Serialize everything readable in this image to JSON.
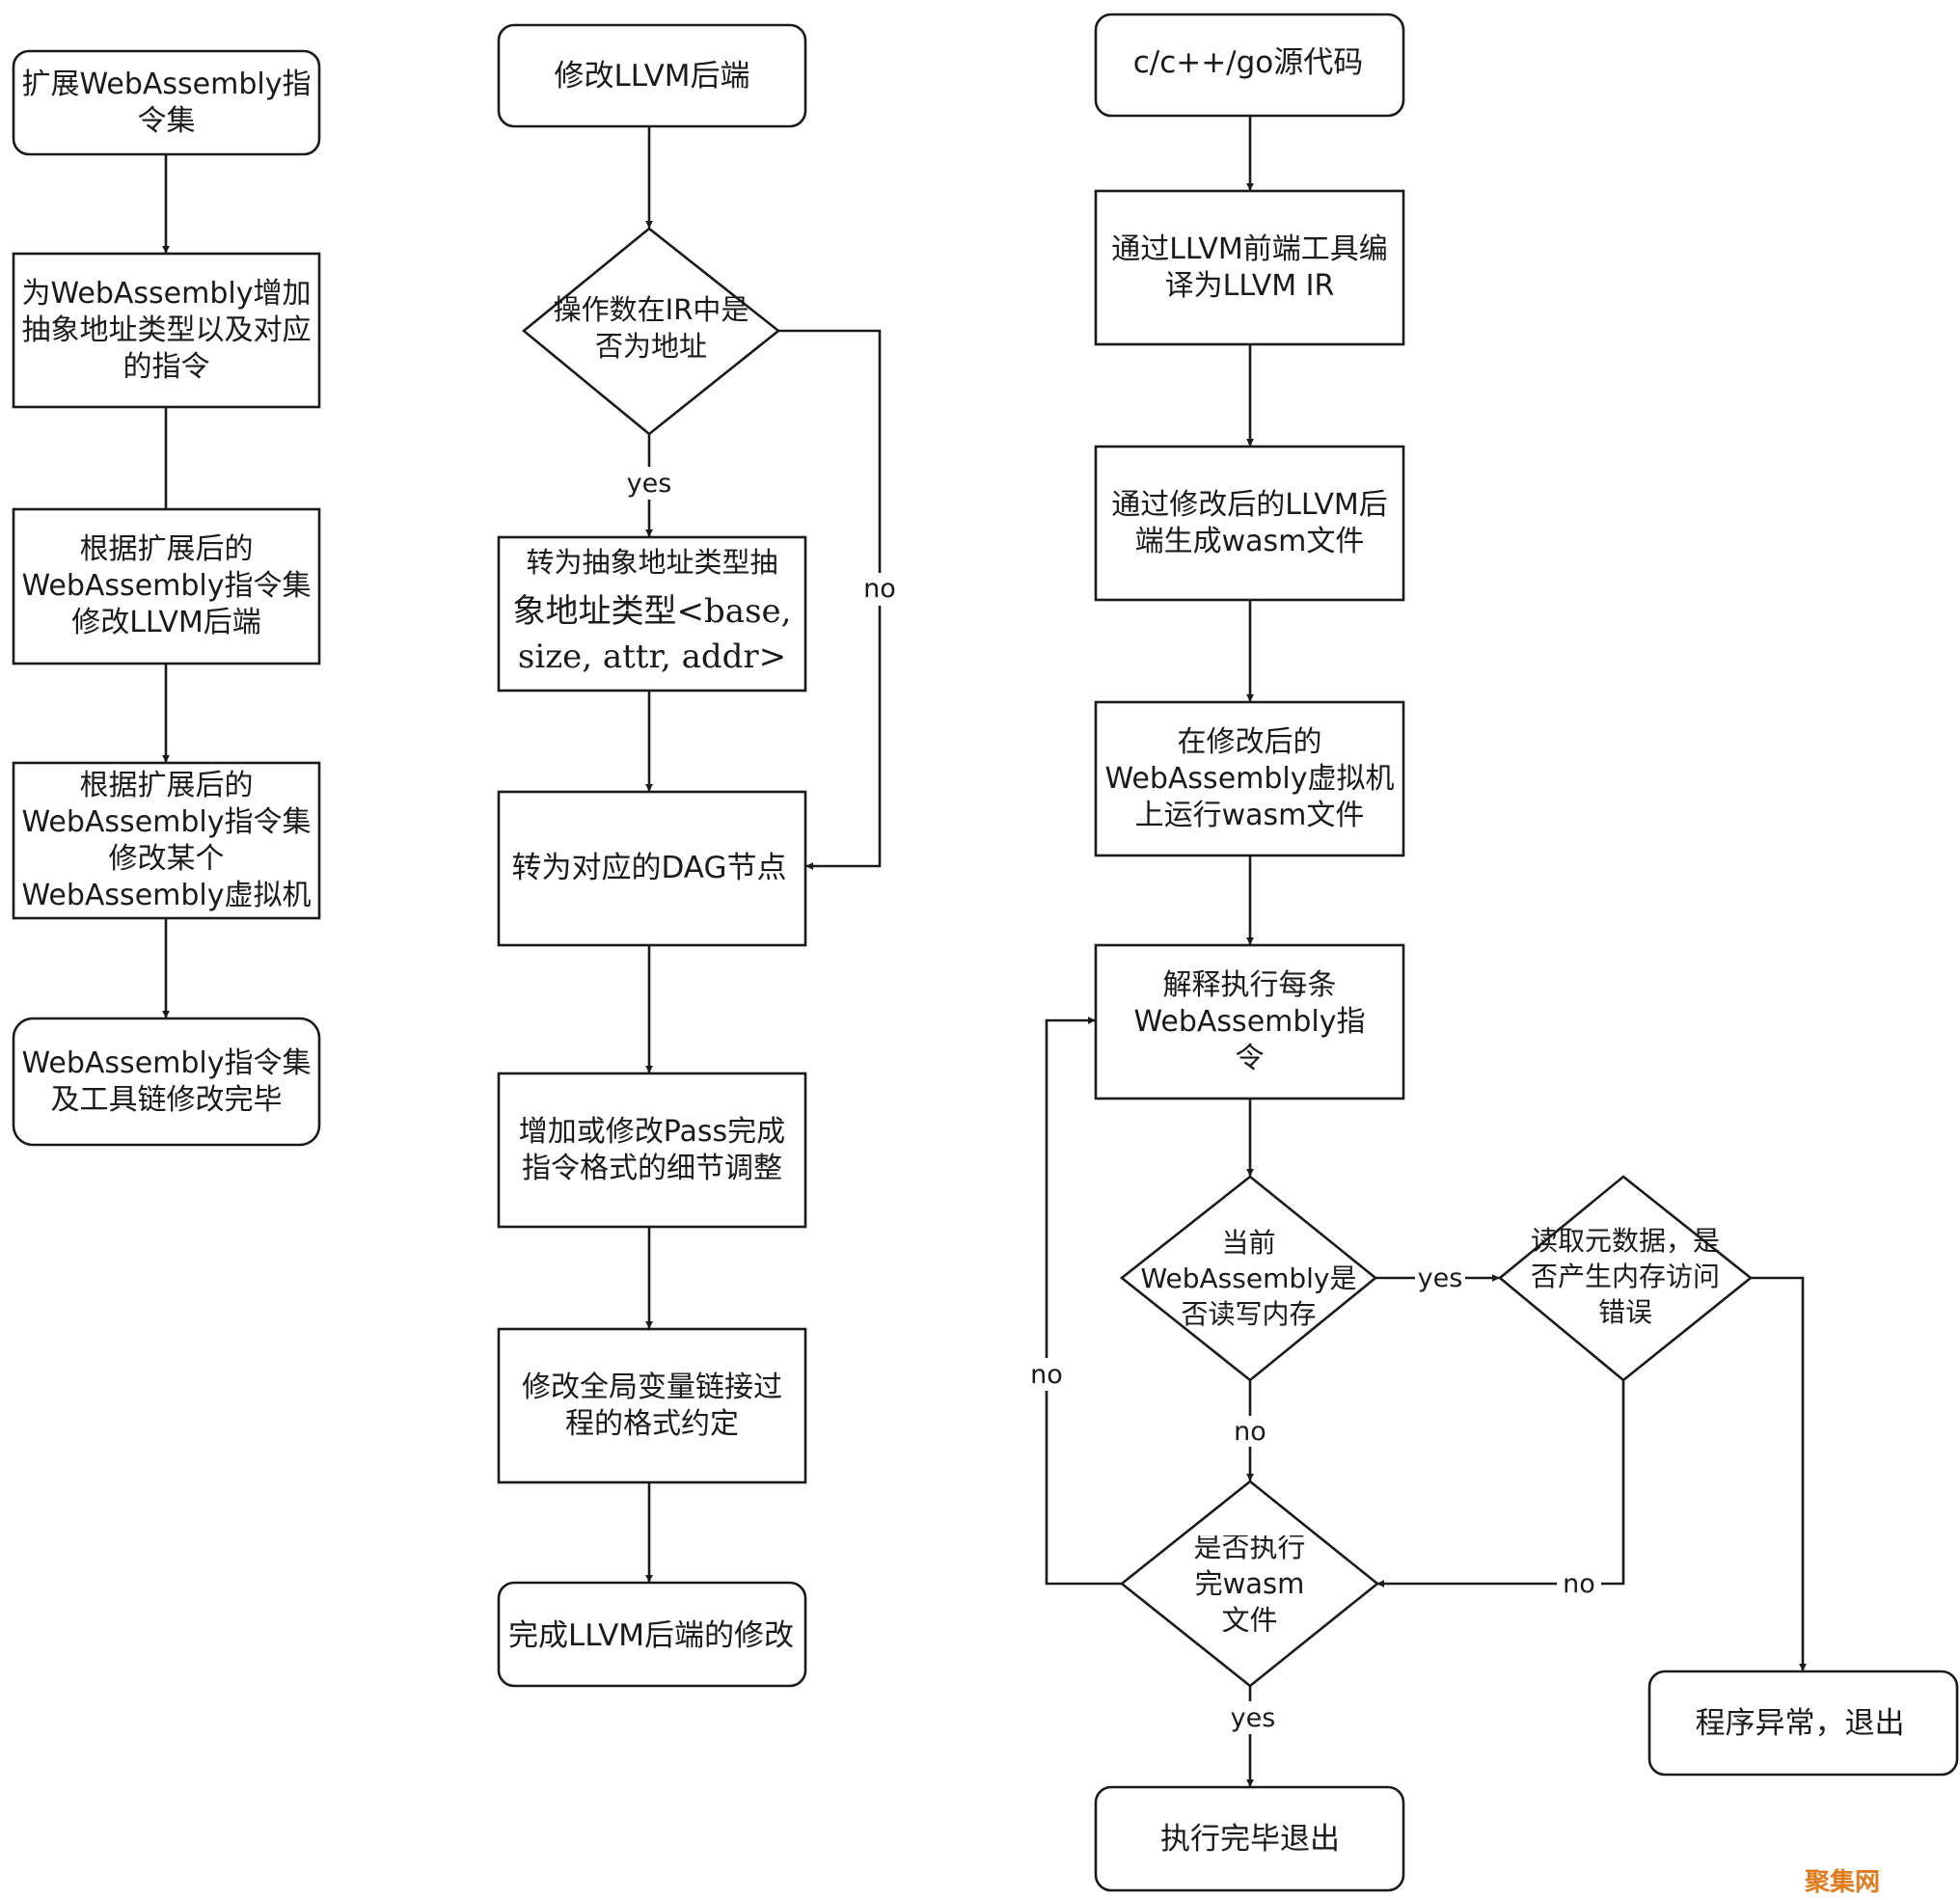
{
  "column1": {
    "n1": "扩展WebAssembly指令集",
    "n2": "为WebAssembly增加抽象地址类型以及对应的指令",
    "n3": "根据扩展后的WebAssembly指令集修改LLVM后端",
    "n4": "根据扩展后的WebAssembly指令集修改某个WebAssembly虚拟机",
    "n5": "WebAssembly指令集及工具链修改完毕"
  },
  "column2": {
    "n1": "修改LLVM后端",
    "d1": "操作数在IR中是否为地址",
    "n2_line1": "转为抽象地址类型抽",
    "n2_line2": "象地址类型<base,",
    "n2_line3": "size, attr, addr>",
    "n3": "转为对应的DAG节点",
    "n4": "增加或修改Pass完成指令格式的细节调整",
    "n5": "修改全局变量链接过程的格式约定",
    "n6": "完成LLVM后端的修改",
    "yes_label": "yes",
    "no_label": "no"
  },
  "column3": {
    "n1": "c/c++/go源代码",
    "n2": "通过LLVM前端工具编译为LLVM IR",
    "n3": "通过修改后的LLVM后端生成wasm文件",
    "n4": "在修改后的WebAssembly虚拟机上运行wasm文件",
    "n5": "解释执行每条WebAssembly指令",
    "d1": "当前WebAssembly是否读写内存",
    "d2": "读取元数据，是否产生内存访问错误",
    "d3": "是否执行完wasm文件",
    "n6": "执行完毕退出",
    "n7": "程序异常，退出",
    "label_d1_yes": "yes",
    "label_d1_no": "no",
    "label_d2_no": "no",
    "label_d3_yes": "yes",
    "label_d3_no": "no"
  },
  "watermark": "聚集网"
}
